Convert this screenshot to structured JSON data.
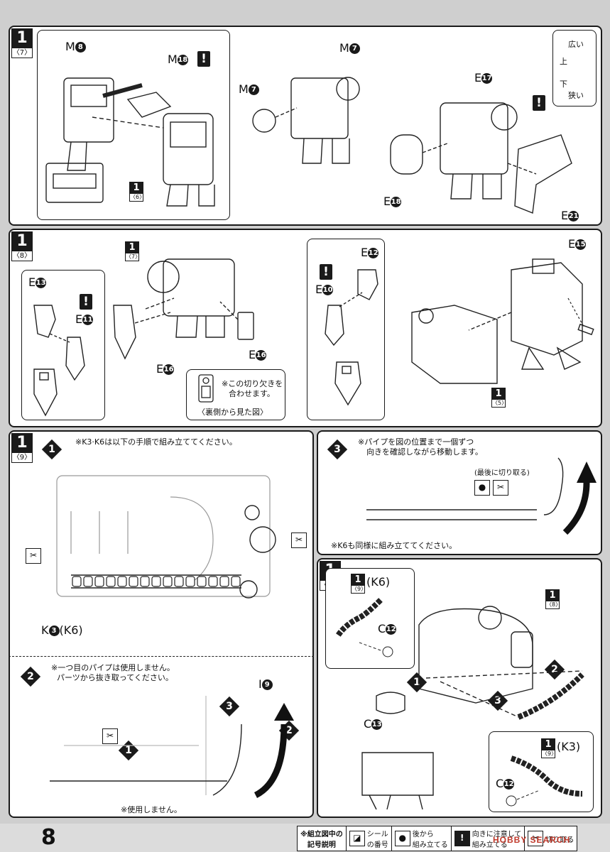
{
  "page_number": "8",
  "steps": {
    "s7": {
      "num": "1",
      "sub": "〈7〉"
    },
    "s8": {
      "num": "1",
      "sub": "〈8〉"
    },
    "s9": {
      "num": "1",
      "sub": "〈9〉"
    },
    "s10": {
      "num": "1",
      "sub": "〈10〉"
    }
  },
  "refs": {
    "r6": {
      "num": "1",
      "sub": "〈6〉"
    },
    "r7": {
      "num": "1",
      "sub": "〈7〉"
    },
    "r5": {
      "num": "1",
      "sub": "〈5〉"
    },
    "r8": {
      "num": "1",
      "sub": "〈8〉"
    },
    "r9a": {
      "num": "1",
      "sub": "〈9〉"
    },
    "r9b": {
      "num": "1",
      "sub": "〈9〉"
    }
  },
  "parts": {
    "m8": "M",
    "m8n": "8",
    "m18": "M",
    "m18n": "18",
    "m7a": "M",
    "m7an": "7",
    "m7b": "M",
    "m7bn": "7",
    "e17": "E",
    "e17n": "17",
    "e18": "E",
    "e18n": "18",
    "e21": "E",
    "e21n": "21",
    "e13": "E",
    "e13n": "13",
    "e11": "E",
    "e11n": "11",
    "e16a": "E",
    "e16an": "16",
    "e16b": "E",
    "e16bn": "16",
    "e12": "E",
    "e12n": "12",
    "e10": "E",
    "e10n": "10",
    "e15": "E",
    "e15n": "15",
    "k3": "K",
    "k3n": "3",
    "k6paren": "(K6)",
    "i9": "I",
    "i9n": "9",
    "c12a": "C",
    "c12an": "12",
    "c13": "C",
    "c13n": "13",
    "c12b": "C",
    "c12bn": "12",
    "k6label": "(K6)",
    "k3label": "(K3)"
  },
  "warn_mark": "!",
  "gauge": {
    "wide": "広い",
    "up": "上",
    "down": "下",
    "narrow": "狭い"
  },
  "notes": {
    "notch_1": "※この切り欠きを",
    "notch_2": "合わせます。",
    "back_view": "〈裏側から見た図〉",
    "k3k6_order": "※K3·K6は以下の手順で組み立ててください。",
    "pipe_move_1": "※パイプを図の位置まで一個ずつ",
    "pipe_move_2": "向きを確認しながら移動します。",
    "cut_last": "(最後に切り取る)",
    "k6_same": "※K6も同様に組み立ててください。",
    "first_pipe_1": "※一つ目のパイプは使用しません。",
    "first_pipe_2": "パーツから抜き取ってください。",
    "not_used": "※使用しません。"
  },
  "substeps": {
    "a": "1",
    "b": "2",
    "c": "3",
    "d": "1",
    "e": "2",
    "f": "3",
    "g": "1",
    "h": "2",
    "i": "3"
  },
  "legend": {
    "title_1": "※組立図中の",
    "title_2": "記号説明",
    "sticker_1": "シール",
    "sticker_2": "の番号",
    "later_1": "後から",
    "later_2": "組み立てる",
    "caution_1": "向きに注意して",
    "caution_2": "組み立てる",
    "cut_1": "切り取る"
  },
  "watermark": "HOBBY SEARCH"
}
